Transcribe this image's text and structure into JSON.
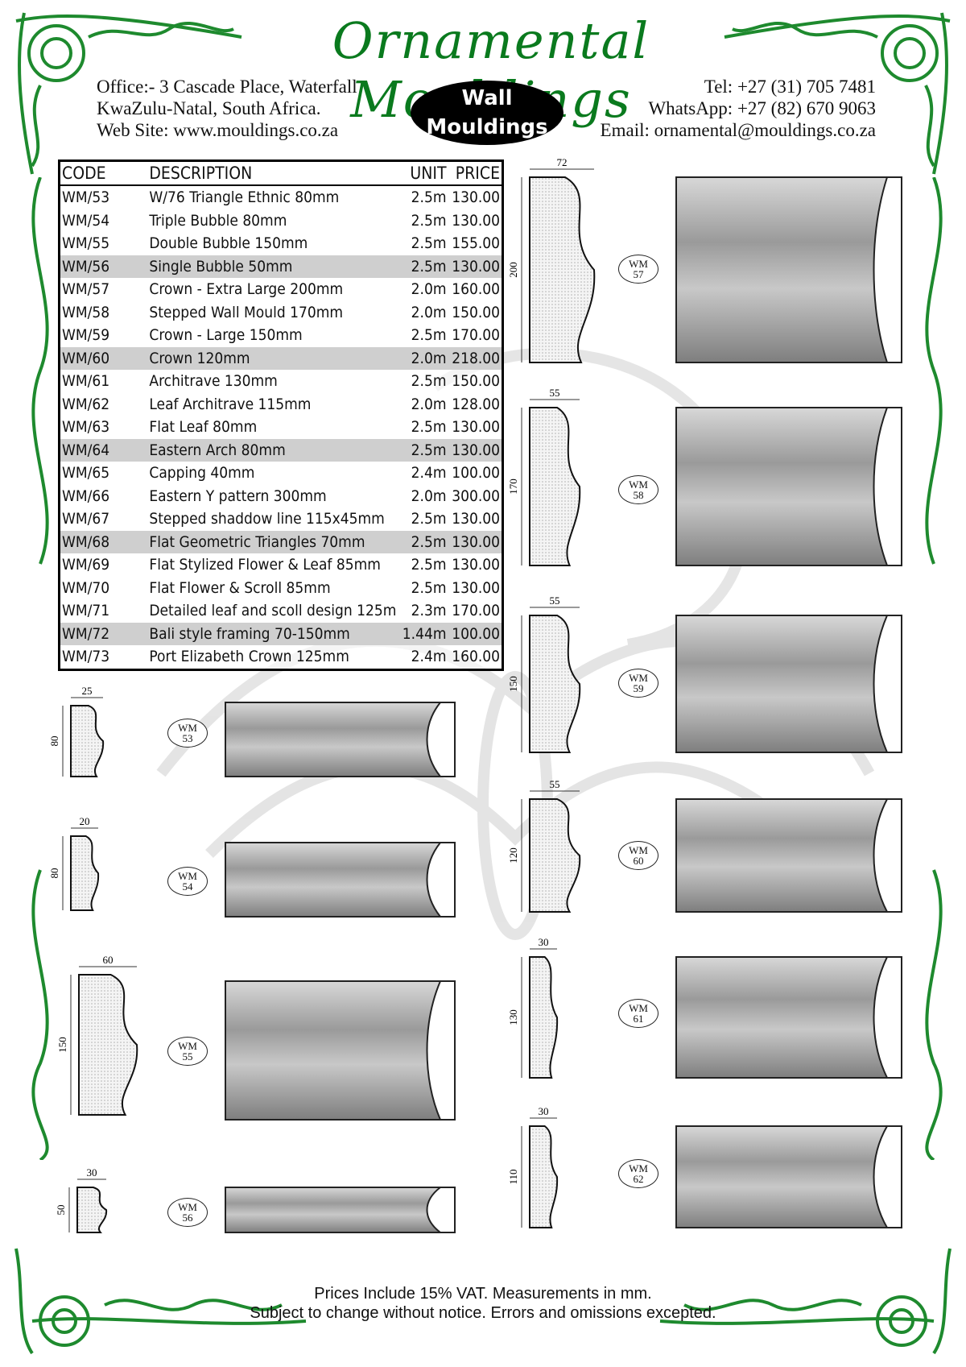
{
  "header": {
    "title": "Ornamental Mouldings",
    "office_lines": [
      "Office:- 3 Cascade Place, Waterfall",
      "KwaZulu-Natal, South Africa.",
      "Web Site: www.mouldings.co.za"
    ],
    "badge_lines": [
      "Wall",
      "Mouldings"
    ],
    "contact_lines": [
      "Tel: +27 (31) 705 7481",
      "WhatsApp: +27 (82) 670 9063",
      "Email: ornamental@mouldings.co.za"
    ]
  },
  "table": {
    "headers": [
      "CODE",
      "DESCRIPTION",
      "UNIT",
      "PRICE"
    ],
    "rows": [
      {
        "code": "WM/53",
        "description": "W/76 Triangle Ethnic 80mm",
        "unit": "2.5m",
        "price": "130.00"
      },
      {
        "code": "WM/54",
        "description": "Triple Bubble 80mm",
        "unit": "2.5m",
        "price": "130.00"
      },
      {
        "code": "WM/55",
        "description": "Double Bubble 150mm",
        "unit": "2.5m",
        "price": "155.00"
      },
      {
        "code": "WM/56",
        "description": "Single Bubble 50mm",
        "unit": "2.5m",
        "price": "130.00"
      },
      {
        "code": "WM/57",
        "description": "Crown - Extra Large 200mm",
        "unit": "2.0m",
        "price": "160.00"
      },
      {
        "code": "WM/58",
        "description": "Stepped Wall Mould 170mm",
        "unit": "2.0m",
        "price": "150.00"
      },
      {
        "code": "WM/59",
        "description": "Crown - Large 150mm",
        "unit": "2.5m",
        "price": "170.00"
      },
      {
        "code": "WM/60",
        "description": "Crown 120mm",
        "unit": "2.0m",
        "price": "218.00"
      },
      {
        "code": "WM/61",
        "description": "Architrave 130mm",
        "unit": "2.5m",
        "price": "150.00"
      },
      {
        "code": "WM/62",
        "description": "Leaf Architrave 115mm",
        "unit": "2.0m",
        "price": "128.00"
      },
      {
        "code": "WM/63",
        "description": "Flat Leaf 80mm",
        "unit": "2.5m",
        "price": "130.00"
      },
      {
        "code": "WM/64",
        "description": "Eastern Arch 80mm",
        "unit": "2.5m",
        "price": "130.00"
      },
      {
        "code": "WM/65",
        "description": "Capping 40mm",
        "unit": "2.4m",
        "price": "100.00"
      },
      {
        "code": "WM/66",
        "description": "Eastern Y pattern 300mm",
        "unit": "2.0m",
        "price": "300.00"
      },
      {
        "code": "WM/67",
        "description": "Stepped shaddow line 115x45mm",
        "unit": "2.5m",
        "price": "130.00"
      },
      {
        "code": "WM/68",
        "description": "Flat Geometric Triangles 70mm",
        "unit": "2.5m",
        "price": "130.00"
      },
      {
        "code": "WM/69",
        "description": "Flat Stylized Flower & Leaf 85mm",
        "unit": "2.5m",
        "price": "130.00"
      },
      {
        "code": "WM/70",
        "description": "Flat Flower & Scroll 85mm",
        "unit": "2.5m",
        "price": "130.00"
      },
      {
        "code": "WM/71",
        "description": "Detailed leaf and scoll design 125m",
        "unit": "2.3m",
        "price": "170.00"
      },
      {
        "code": "WM/72",
        "description": "Bali style framing 70-150mm",
        "unit": "1.44m",
        "price": "100.00"
      },
      {
        "code": "WM/73",
        "description": "Port Elizabeth Crown 125mm",
        "unit": "2.4m",
        "price": "160.00"
      }
    ]
  },
  "products": {
    "left": [
      {
        "code_top": "WM",
        "code_num": "53",
        "width": "25",
        "height": "80"
      },
      {
        "code_top": "WM",
        "code_num": "54",
        "width": "20",
        "height": "80"
      },
      {
        "code_top": "WM",
        "code_num": "55",
        "width": "60",
        "height": "150"
      },
      {
        "code_top": "WM",
        "code_num": "56",
        "width": "30",
        "height": "50"
      }
    ],
    "right": [
      {
        "code_top": "WM",
        "code_num": "57",
        "width": "72",
        "height": "200"
      },
      {
        "code_top": "WM",
        "code_num": "58",
        "width": "55",
        "height": "170"
      },
      {
        "code_top": "WM",
        "code_num": "59",
        "width": "55",
        "height": "150"
      },
      {
        "code_top": "WM",
        "code_num": "60",
        "width": "55",
        "height": "120"
      },
      {
        "code_top": "WM",
        "code_num": "61",
        "width": "30",
        "height": "130"
      },
      {
        "code_top": "WM",
        "code_num": "62",
        "width": "30",
        "height": "110"
      }
    ]
  },
  "footer": {
    "line1": "Prices Include 15% VAT.  Measurements in mm.",
    "line2": "Subject to change without notice.  Errors and omissions excepted."
  },
  "colors": {
    "ornament": "#1e8a2e",
    "title": "#0a7a1e",
    "shade": "#cfcfcf"
  }
}
